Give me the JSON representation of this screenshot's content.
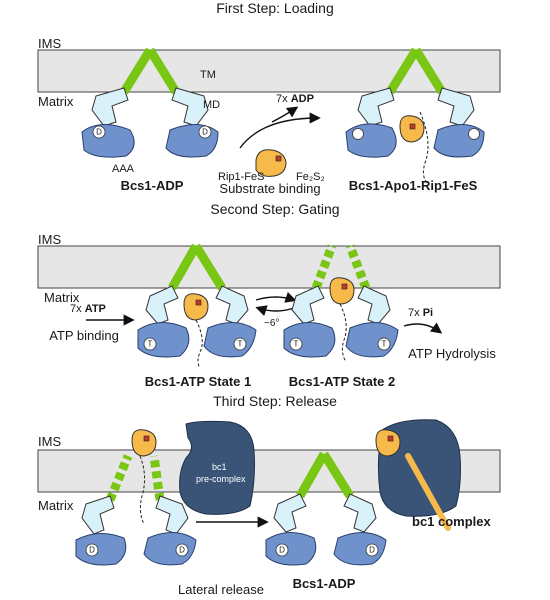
{
  "steps": {
    "loading": "First Step: Loading",
    "gating": "Second Step: Gating",
    "release": "Third Step: Release"
  },
  "compartments": {
    "ims": "IMS",
    "matrix": "Matrix"
  },
  "domains": {
    "tm": "TM",
    "md": "MD",
    "aaa": "AAA"
  },
  "nucleotides": {
    "adp": "D",
    "atp": "T"
  },
  "labels": {
    "rip_fes": "Rip1-FeS",
    "fe2s2": "Fe₂S₂",
    "substrate_binding": "Substrate binding",
    "adp_count": "7x",
    "adp": "ADP",
    "atp_count": "7x",
    "atp": "ATP",
    "atp_binding": "ATP binding",
    "rotation": "~6°",
    "pi_count": "7x",
    "pi": "Pi",
    "atp_hydrolysis": "ATP Hydrolysis",
    "bc1_pre_line1": "bc1",
    "bc1_pre_line2": "pre-complex",
    "bc1_complex": "bc1 complex",
    "lateral_release": "Lateral release"
  },
  "states": {
    "bcs1_adp": "Bcs1-ADP",
    "bcs1_apo1": "Bcs1-Apo1-Rip1-FeS",
    "atp_state1": "Bcs1-ATP State 1",
    "atp_state2": "Bcs1-ATP State 2",
    "bcs1_adp_final": "Bcs1-ADP"
  },
  "colors": {
    "tm_helix": "#7ac614",
    "membrane": "#e6e6e6",
    "middle_domain": "#d9f1f8",
    "aaa_domain": "#6f92cc",
    "rip1": "#f6b94a",
    "bc1": "#3a5478"
  }
}
